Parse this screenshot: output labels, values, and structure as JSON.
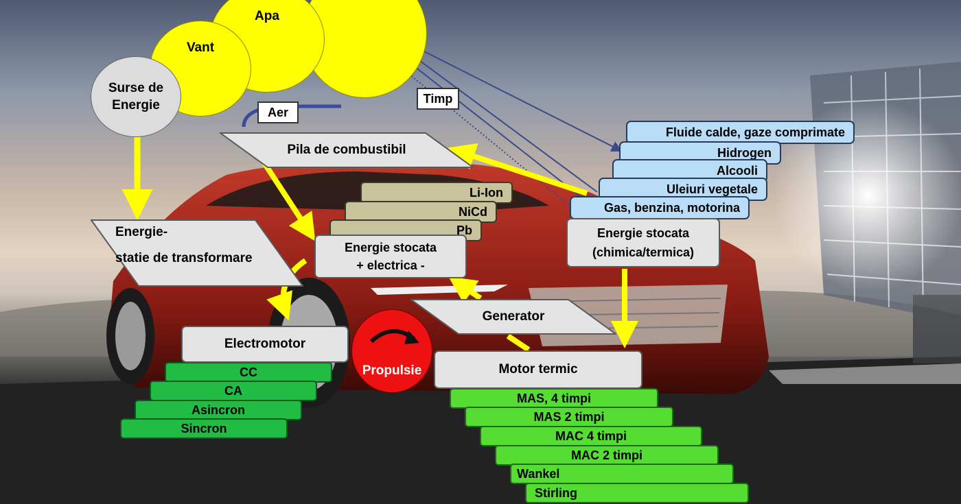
{
  "sources": {
    "surse": [
      "Surse de",
      "Energie"
    ],
    "vant": "Vant",
    "apa": "Apa"
  },
  "labels": {
    "aer": "Aer",
    "timp": "Timp",
    "pila": "Pila de combustibil",
    "energie_statie_1": "Energie-",
    "energie_statie_2": "statie de transformare",
    "stocata_el_1": "Energie stocata",
    "stocata_el_2": "+ electrica -",
    "stocata_ch_1": "Energie stocata",
    "stocata_ch_2": "(chimica/termica)",
    "generator": "Generator",
    "electromotor": "Electromotor",
    "motor_termic": "Motor termic",
    "propulsie": "Propulsie"
  },
  "batteries": [
    "Li-Ion",
    "NiCd",
    "Pb"
  ],
  "fuels": [
    "Fluide calde, gaze comprimate",
    "Hidrogen",
    "Alcooli",
    "Uleiuri vegetale",
    "Gas, benzina, motorina"
  ],
  "electric_motors": [
    "CC",
    "CA",
    "Asincron",
    "Sincron"
  ],
  "thermal_engines": [
    "MAS, 4 timpi",
    "MAS 2 timpi",
    "MAC 4 timpi",
    "MAC 2 timpi",
    "Wankel",
    "Stirling"
  ],
  "colors": {
    "source_yellow": "#ffff00",
    "arrow_yellow": "#ffff00",
    "fuel_blue": "#b9dcf7",
    "battery_olive": "#c8c39a",
    "electric_green": "#22bb44",
    "thermal_green": "#55dd33",
    "propulsion_red": "#ee1111"
  }
}
